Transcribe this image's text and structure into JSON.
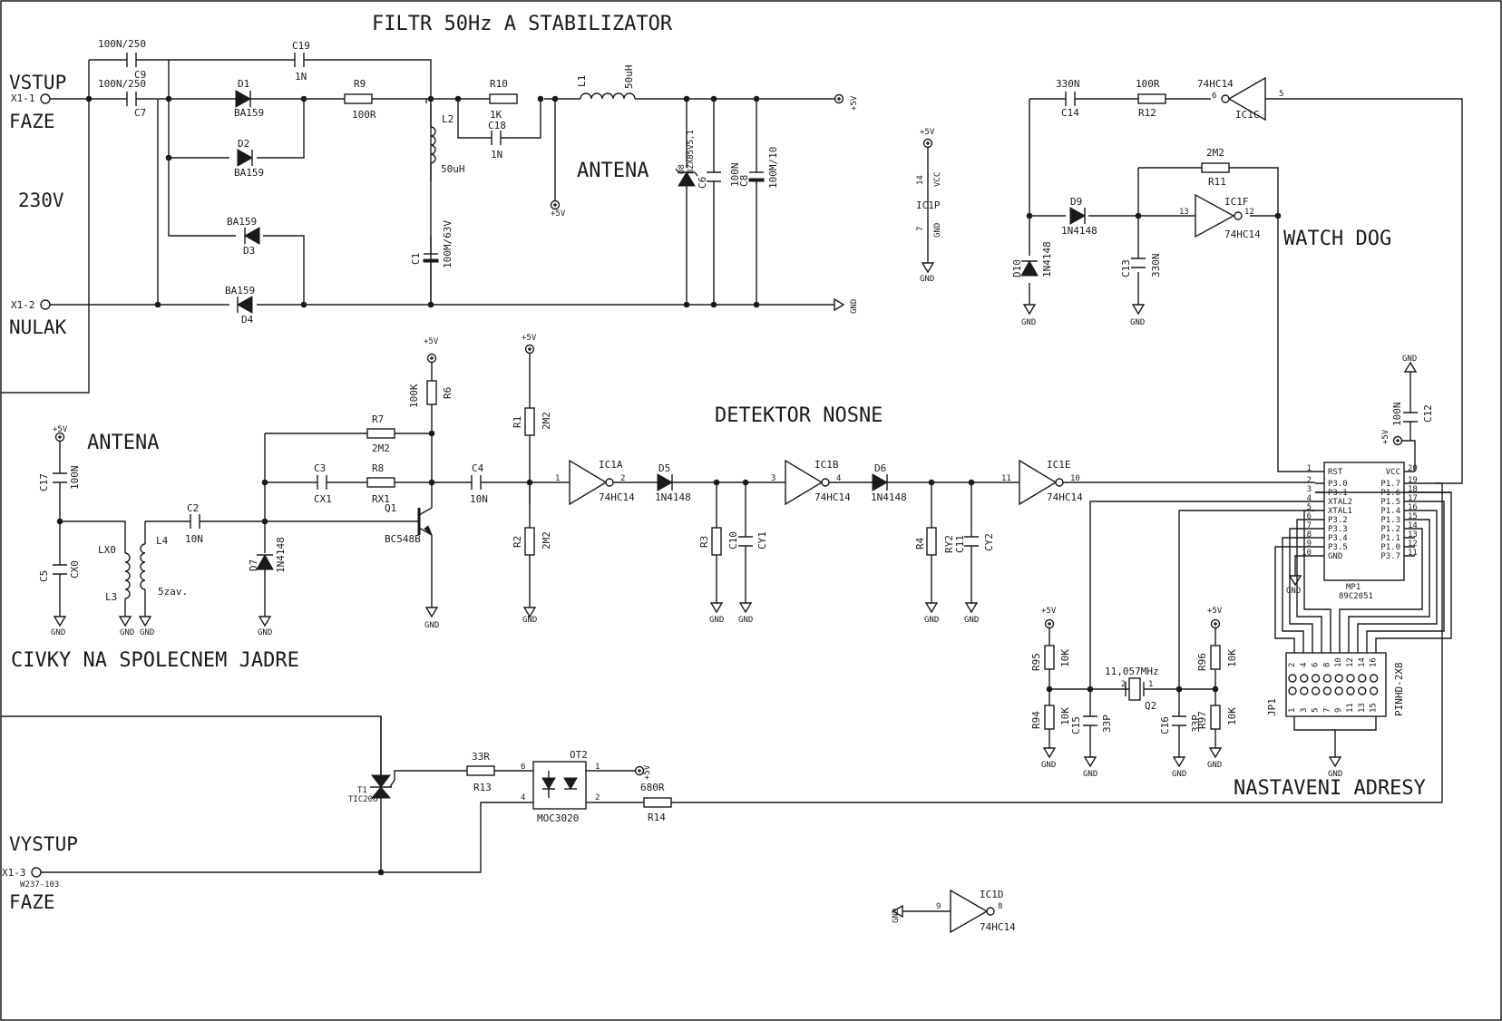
{
  "titles": {
    "filter": "FILTR 50Hz A STABILIZATOR",
    "antena_top": "ANTENA",
    "antena_left": "ANTENA",
    "detektor": "DETEKTOR NOSNE",
    "watchdog": "WATCH DOG",
    "civky": "CIVKY NA SPOLECNEM JADRE",
    "nastaveni": "NASTAVENI ADRESY"
  },
  "terminals": {
    "x1_1": "X1-1",
    "vstup": "VSTUP",
    "faze_in": "FAZE",
    "v230": "230V",
    "x1_2": "X1-2",
    "nulak": "NULAK",
    "x1_3": "X1-3",
    "w237": "W237-103",
    "vystup": "VYSTUP",
    "faze_out": "FAZE"
  },
  "components": {
    "C9": "C9",
    "C9v": "100N/250",
    "C7": "C7",
    "C7v": "100N/250",
    "C19": "C19",
    "C19v": "1N",
    "D1": "D1",
    "D1v": "BA159",
    "D2": "D2",
    "D2v": "BA159",
    "D3": "D3",
    "D3v": "BA159",
    "D4": "D4",
    "D4v": "BA159",
    "R9": "R9",
    "R9v": "100R",
    "L2": "L2",
    "L2v": "50uH",
    "C1": "C1",
    "C1v": "100M/63V",
    "R10": "R10",
    "R10v": "1K",
    "C18": "C18",
    "C18v": "1N",
    "L1": "L1",
    "L1v": "50uH",
    "D8": "D8",
    "D8v": "BZX85V5,1",
    "C6": "C6",
    "C6v": "100N",
    "C8": "C8",
    "C8v": "100M/10",
    "IC1P": "IC1P",
    "p14": "14",
    "vcc": "VCC",
    "p7": "7",
    "gndp": "GND",
    "C14": "C14",
    "C14v": "330N",
    "R12": "R12",
    "R12v": "100R",
    "IC1C": "IC1C",
    "IC1Cv": "74HC14",
    "p6": "6",
    "p5": "5",
    "R11": "R11",
    "R11v": "2M2",
    "D9": "D9",
    "D9v": "1N4148",
    "IC1F": "IC1F",
    "IC1Fv": "74HC14",
    "p13": "13",
    "p12": "12",
    "D10": "D10",
    "D10v": "1N4148",
    "C13": "C13",
    "C13v": "330N",
    "R6": "R6",
    "R6v": "100K",
    "R7": "R7",
    "R7v": "2M2",
    "C3": "C3",
    "C3v": "CX1",
    "R8": "R8",
    "R8v": "RX1",
    "Q1": "Q1",
    "Q1v": "BC548B",
    "C4": "C4",
    "C4v": "10N",
    "R1": "R1",
    "R1v": "2M2",
    "R2": "R2",
    "R2v": "2M2",
    "IC1A": "IC1A",
    "IC1Av": "74HC14",
    "p1": "1",
    "p2": "2",
    "D5": "D5",
    "D5v": "1N4148",
    "R3": "R3",
    "C10": "C10",
    "CY1": "CY1",
    "IC1B": "IC1B",
    "IC1Bv": "74HC14",
    "p3": "3",
    "p4": "4",
    "D6": "D6",
    "D6v": "1N4148",
    "R4": "R4",
    "RY2": "RY2",
    "C11": "C11",
    "CY2": "CY2",
    "IC1E": "IC1E",
    "IC1Ev": "74HC14",
    "p11": "11",
    "p10": "10",
    "C12": "C12",
    "C12v": "100N",
    "C17": "C17",
    "C17v": "100N",
    "C5": "C5",
    "C5v": "CX0",
    "LX0": "LX0",
    "L3": "L3",
    "L4": "L4",
    "L4v": "5zav.",
    "C2": "C2",
    "C2v": "10N",
    "D7": "D7",
    "D7v": "1N4148",
    "R95": "R95",
    "R95v": "10K",
    "R94": "R94",
    "R94v": "10K",
    "C15": "C15",
    "C15v": "33P",
    "Q2": "Q2",
    "Q2v": "11,057MHz",
    "q2p1": "1",
    "q2p2": "2",
    "C16": "C16",
    "C16v": "33P",
    "R96": "R96",
    "R96v": "10K",
    "R97": "R97",
    "R97v": "10K",
    "JP1": "JP1",
    "JP1v": "PINHD-2X8",
    "T1": "T1",
    "T1v": "TIC206",
    "R13": "R13",
    "R13v": "33R",
    "OT2": "OT2",
    "OT2v": "MOC3020",
    "ot1": "1",
    "ot2": "2",
    "ot4": "4",
    "ot6": "6",
    "R14": "R14",
    "R14v": "680R",
    "IC1D": "IC1D",
    "IC1Dv": "74HC14",
    "p9": "9",
    "p8": "8",
    "MP1": "MP1",
    "MP1v": "89C2051"
  },
  "mcu": {
    "left_names": [
      "RST",
      "P3.0",
      "P3.1",
      "XTAL2",
      "XTAL1",
      "P3.2",
      "P3.3",
      "P3.4",
      "P3.5",
      "GND"
    ],
    "left_pins": [
      "1",
      "2",
      "3",
      "4",
      "5",
      "6",
      "7",
      "8",
      "9",
      "10"
    ],
    "right_names": [
      "VCC",
      "P1.7",
      "P1.6",
      "P1.5",
      "P1.4",
      "P1.3",
      "P1.2",
      "P1.1",
      "P1.0",
      "P3.7"
    ],
    "right_pins": [
      "20",
      "19",
      "18",
      "17",
      "16",
      "15",
      "14",
      "13",
      "12",
      "11"
    ]
  },
  "jp1_top": [
    "2",
    "4",
    "6",
    "8",
    "10",
    "12",
    "14",
    "16"
  ],
  "jp1_bot": [
    "1",
    "3",
    "5",
    "7",
    "9",
    "11",
    "13",
    "15"
  ],
  "power": {
    "p5v": "+5V",
    "gnd": "GND"
  }
}
